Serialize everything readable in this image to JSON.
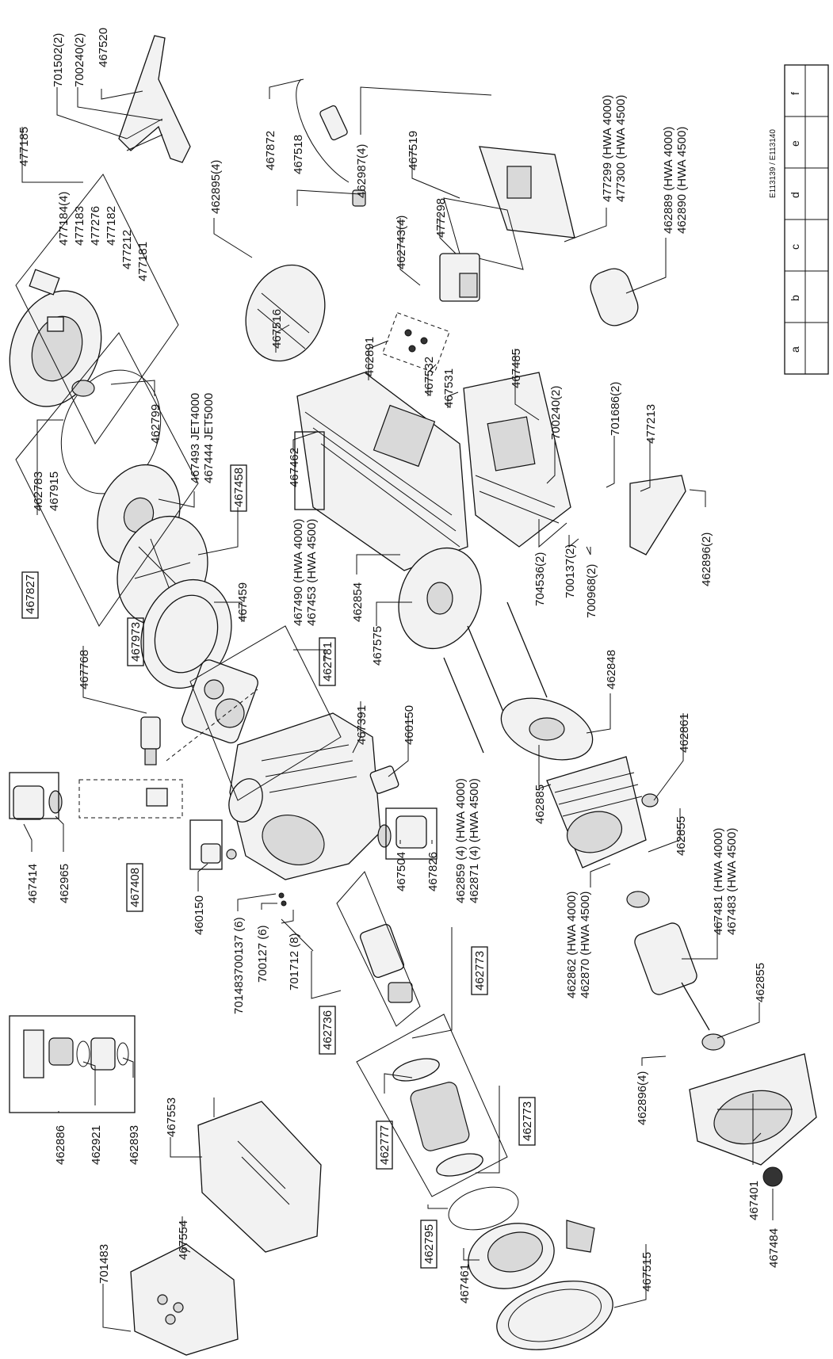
{
  "labels": {
    "l477185": "477185",
    "l701502": "701502(2)",
    "l700240a": "700240(2)",
    "l467520": "467520",
    "l477184": "477184(4)",
    "l477183": "477183",
    "l477276": "477276",
    "l477182": "477182",
    "l477212": "477212",
    "l477181": "477181",
    "l462895": "462895(4)",
    "l467872": "467872",
    "l467518": "467518",
    "l462987": "462987(4)",
    "l467519": "467519",
    "l477298": "477298",
    "l462743": "462743(4)",
    "l477299": "477299 (HWA 4000)",
    "l477300": "477300 (HWA 4500)",
    "l462889": "462889 (HWA 4000)",
    "l462890": "462890 (HWA 4500)",
    "l462783": "462783",
    "l467915": "467915",
    "l462799": "462799",
    "l467827": "467827",
    "l467493": "467493 JET4000",
    "l467444": "467444 JET5000",
    "l467458": "467458",
    "l467516": "467516",
    "l462891": "462891",
    "l467462": "467462",
    "l467532": "467532",
    "l467531": "467531",
    "l467485": "467485",
    "l700240b": "700240(2)",
    "l701686": "701686(2)",
    "l477213": "477213",
    "l467973": "467973",
    "l467459": "467459",
    "l467490": "467490 (HWA 4000)",
    "l467453": "467453 (HWA 4500)",
    "l462781": "462781",
    "l462854": "462854",
    "l467575": "467575",
    "l704536": "704536(2)",
    "l700137": "700137(2)",
    "l700968": "700968(2)",
    "l462896b": "462896(2)",
    "l467768": "467768",
    "l467391": "467391",
    "l460150a": "460150",
    "l462848": "462848",
    "l462861": "462861",
    "l467414": "467414",
    "l462965": "462965",
    "l467408": "467408",
    "l460150b": "460150",
    "l701483700137": "701483700137 (6)",
    "l700127": "700127 (6)",
    "l701712": "701712 (8)",
    "l467504": "467504",
    "l467826": "467826",
    "l462859": "462859 (4) (HWA 4000)",
    "l462871": "462871 (4) (HWA 4500)",
    "l462885": "462885",
    "l462855a": "462855",
    "l467481": "467481 (HWA 4000)",
    "l467483": "467483 (HWA 4500)",
    "l462862": "462862 (HWA 4000)",
    "l462870": "462870 (HWA 4500)",
    "l462855b": "462855",
    "l462886": "462886",
    "l462921": "462921",
    "l462893": "462893",
    "l467553": "467553",
    "l462736": "462736",
    "l462773a": "462773",
    "l462773b": "462773",
    "l462777": "462777",
    "l462795": "462795",
    "l462896a": "462896(4)",
    "l467401": "467401",
    "l467484": "467484",
    "l701483": "701483",
    "l467554": "467554",
    "l467461": "467461",
    "l467515": "467515"
  },
  "drawing_code": "E113139 / E113140",
  "legend_cells": [
    "a",
    "b",
    "c",
    "d",
    "e",
    "f"
  ]
}
